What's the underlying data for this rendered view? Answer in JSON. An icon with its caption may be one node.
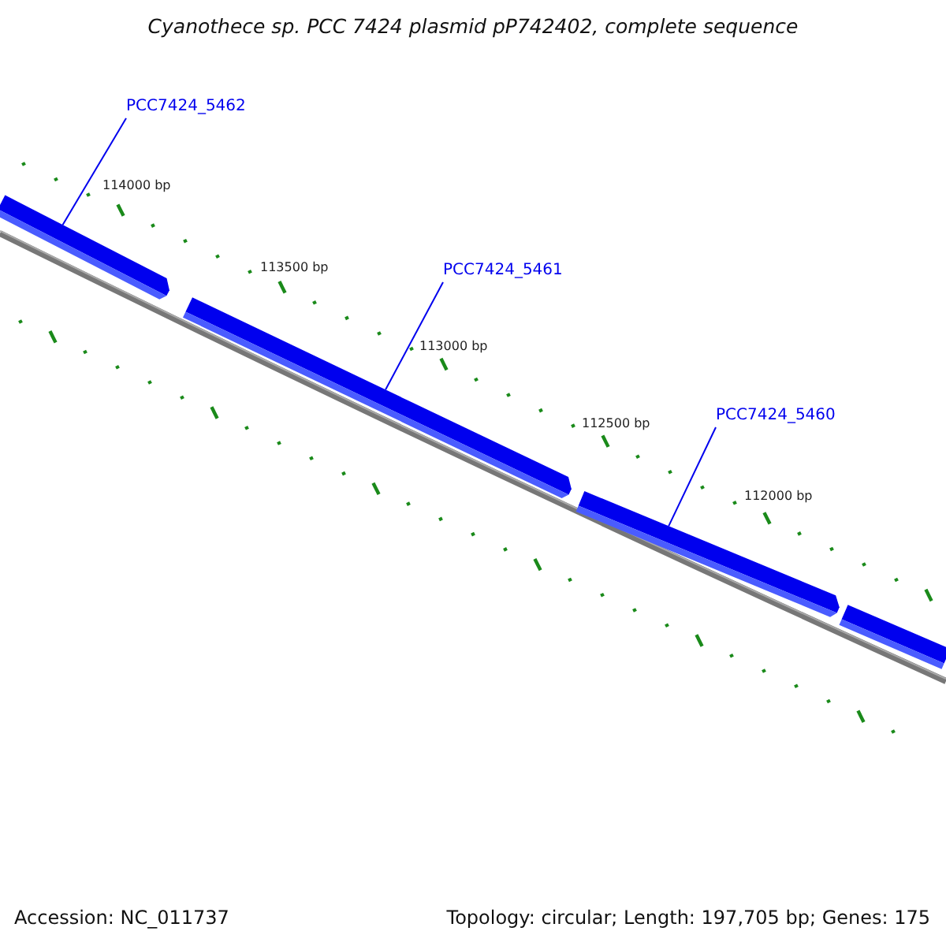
{
  "diagram": {
    "title": "Cyanothece sp. PCC 7424 plasmid pP742402, complete sequence",
    "nodes": [
      {
        "text": [
          "PCC7424_5462"
        ]
      },
      {
        "text": [],
        "shape": "bar"
      },
      {
        "text": [
          "PCC7424_5461"
        ]
      },
      {
        "text": [],
        "shape": "bar"
      },
      {
        "text": [
          "PCC7424_5460"
        ]
      },
      {
        "text": [],
        "shape": "bar"
      },
      {
        "text": [],
        "shape": "bar"
      }
    ],
    "edges": [
      {
        "from": 0,
        "to": 1,
        "arrow": "none"
      },
      {
        "from": 2,
        "to": 3,
        "arrow": "none"
      },
      {
        "from": 4,
        "to": 5,
        "arrow": "none"
      }
    ],
    "labels": [
      "114000 bp",
      "113500 bp",
      "113000 bp",
      "112500 bp",
      "112000 bp",
      "Accession: NC_011737",
      "Topology: circular; Length: 197,705 bp; Genes: 175"
    ]
  }
}
